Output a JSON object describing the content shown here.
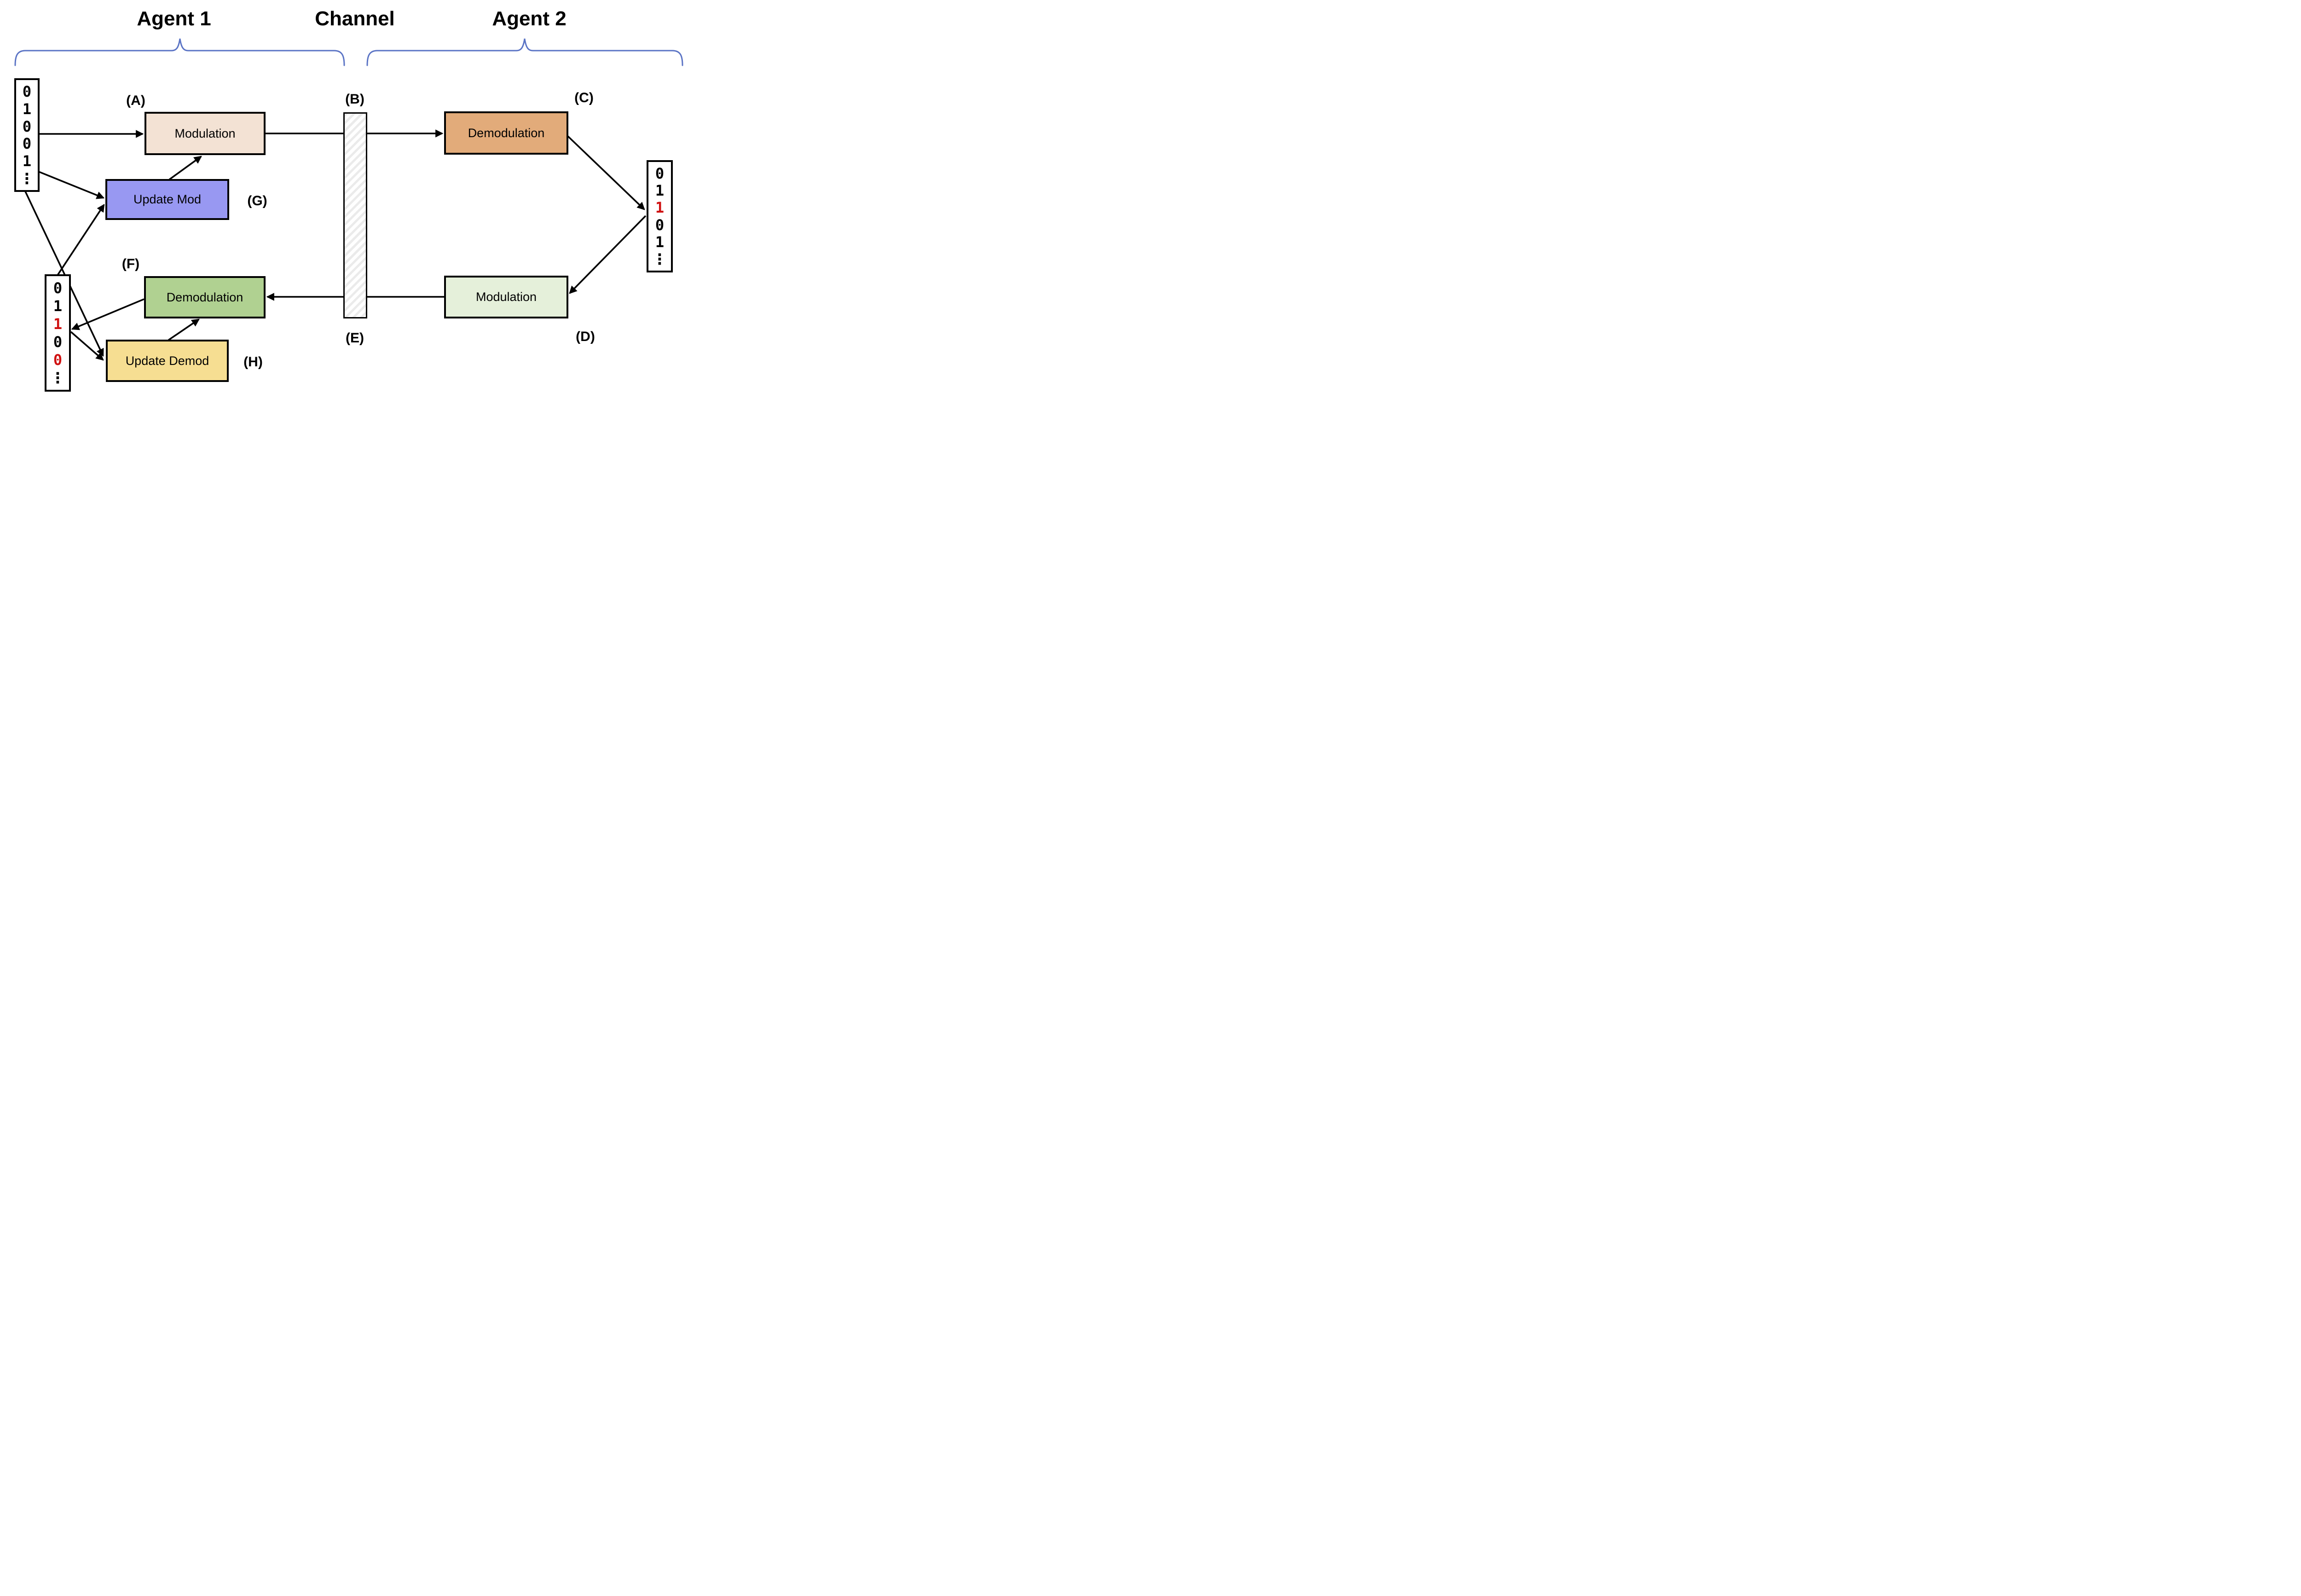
{
  "titles": {
    "agent1": "Agent 1",
    "channel": "Channel",
    "agent2": "Agent 2"
  },
  "blocks": {
    "modulation_a": {
      "label": "Modulation",
      "tag": "(A)",
      "fill": "#f3e2d4"
    },
    "update_mod": {
      "label": "Update Mod",
      "tag": "(G)",
      "fill": "#9898f2"
    },
    "demodulation_f": {
      "label": "Demodulation",
      "tag": "(F)",
      "fill": "#b0d191"
    },
    "update_demod": {
      "label": "Update Demod",
      "tag": "(H)",
      "fill": "#f6de92"
    },
    "demodulation_c": {
      "label": "Demodulation",
      "tag": "(C)",
      "fill": "#e2ab7a"
    },
    "modulation_d": {
      "label": "Modulation",
      "tag": "(D)",
      "fill": "#e5f0da"
    },
    "channel_bar": {
      "tag_top": "(B)",
      "tag_bottom": "(E)"
    }
  },
  "bit_columns": {
    "agent1_source": {
      "bits": [
        {
          "v": "0"
        },
        {
          "v": "1"
        },
        {
          "v": "0"
        },
        {
          "v": "0"
        },
        {
          "v": "1"
        },
        {
          "v": "⋮"
        }
      ]
    },
    "agent2_decoded": {
      "bits": [
        {
          "v": "0"
        },
        {
          "v": "1"
        },
        {
          "v": "1",
          "red": true
        },
        {
          "v": "0"
        },
        {
          "v": "1"
        },
        {
          "v": "⋮"
        }
      ]
    },
    "agent1_decoded": {
      "bits": [
        {
          "v": "0"
        },
        {
          "v": "1"
        },
        {
          "v": "1",
          "red": true
        },
        {
          "v": "0"
        },
        {
          "v": "0",
          "red": true
        },
        {
          "v": "⋮"
        }
      ]
    }
  },
  "colors": {
    "accent_red": "#cf1111",
    "brace_blue": "#5b74c5",
    "box_border": "#000000"
  }
}
